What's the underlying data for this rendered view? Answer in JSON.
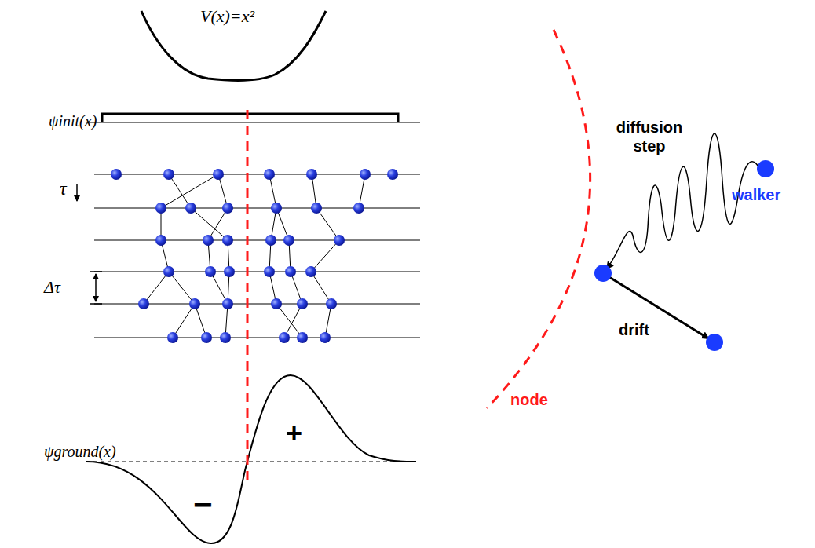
{
  "diagram": {
    "labels": [
      "V(x)=x²",
      "ψinit(x)",
      "τ",
      "Δτ",
      "ψground(x)",
      "+",
      "−",
      "diffusion step",
      "walker",
      "drift",
      "node"
    ]
  }
}
